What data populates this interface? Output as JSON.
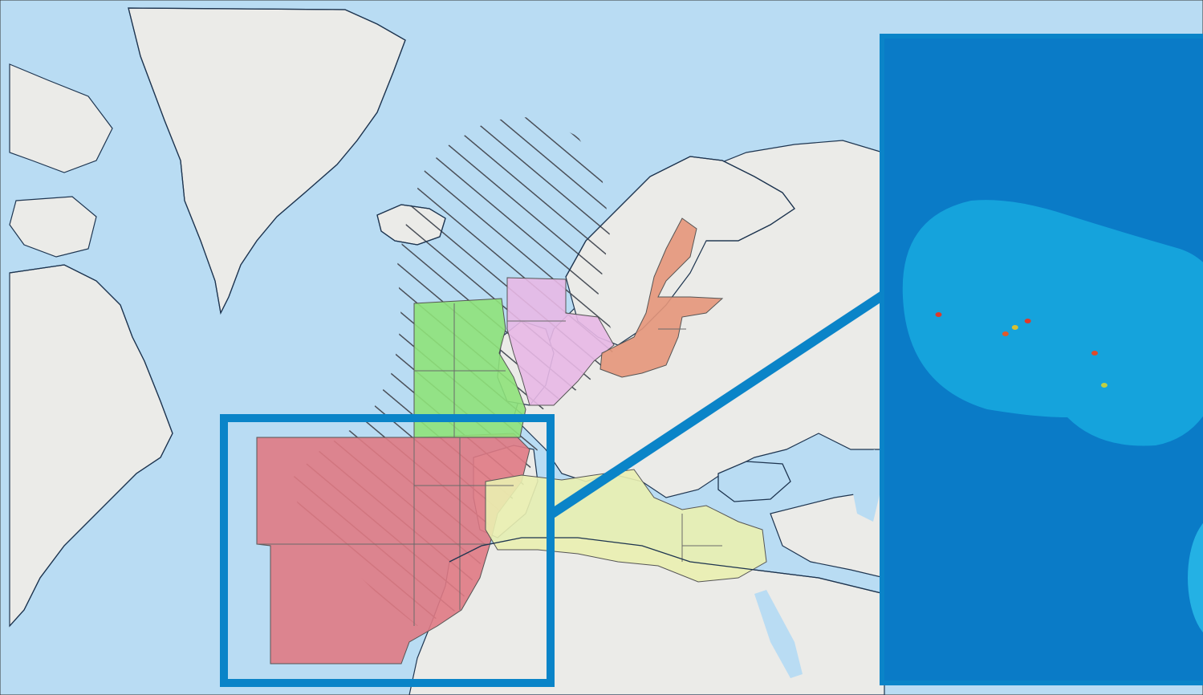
{
  "map": {
    "colors": {
      "ocean": "#b9dcf3",
      "ocean_deep": "#a9d2ef",
      "land": "#ebebe8",
      "land_veg": "#dfe7d6",
      "coast": "#1e3550",
      "frame": "#0a84c8",
      "zone_red": "#e07a84",
      "zone_green": "#8fe27a",
      "zone_pink": "#e8b8e6",
      "zone_orange": "#e6967a",
      "zone_yellow": "#eaf0b0",
      "hatch": "#4a4f58"
    },
    "regions": [
      {
        "name": "greenland",
        "kind": "land"
      },
      {
        "name": "iceland",
        "kind": "land"
      },
      {
        "name": "north-america",
        "kind": "land"
      },
      {
        "name": "europe",
        "kind": "land"
      },
      {
        "name": "africa",
        "kind": "land"
      },
      {
        "name": "middle-east",
        "kind": "land"
      }
    ],
    "zones": [
      {
        "name": "atlantic-southwest-zone",
        "color": "zone_red"
      },
      {
        "name": "celtic-seas-zone",
        "color": "zone_green"
      },
      {
        "name": "north-sea-zone",
        "color": "zone_pink"
      },
      {
        "name": "baltic-sea-zone",
        "color": "zone_orange"
      },
      {
        "name": "mediterranean-zone",
        "color": "zone_yellow"
      },
      {
        "name": "hatched-study-area",
        "color": "hatch"
      }
    ]
  },
  "inset": {
    "colors": {
      "background": "#0a7bc7",
      "buffer": "#15a3dc",
      "buffer_edge": "#24b1e4"
    },
    "hotspots": [
      {
        "lon": 0.17,
        "lat": 0.43,
        "color": "#e03a2a"
      },
      {
        "lon": 0.38,
        "lat": 0.46,
        "color": "#e05a2a"
      },
      {
        "lon": 0.41,
        "lat": 0.45,
        "color": "#d8c030"
      },
      {
        "lon": 0.45,
        "lat": 0.44,
        "color": "#e03a2a"
      },
      {
        "lon": 0.66,
        "lat": 0.49,
        "color": "#e04a2a"
      },
      {
        "lon": 0.69,
        "lat": 0.54,
        "color": "#c0d040"
      }
    ],
    "caption": ""
  }
}
